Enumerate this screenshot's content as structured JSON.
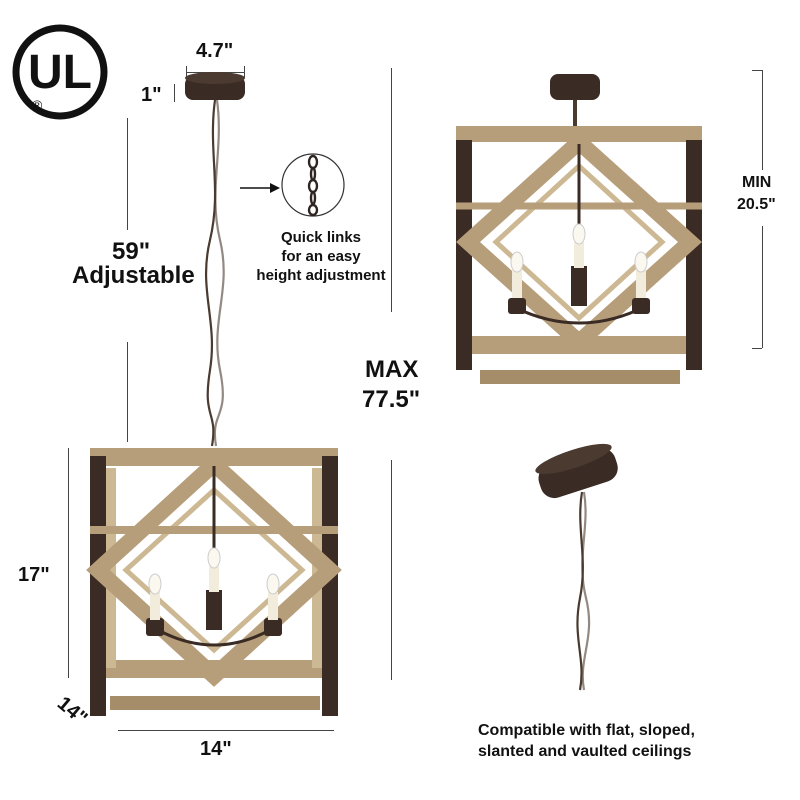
{
  "colors": {
    "wood": "#b79e7a",
    "wood_light": "#cdb894",
    "metal": "#3a2b24",
    "chain": "#4a3a30",
    "bulb": "#f2ecdc",
    "line": "#444444"
  },
  "logo": {
    "text": "UL",
    "registered": "®"
  },
  "dimensions": {
    "canopy_width": "4.7\"",
    "canopy_height": "1\"",
    "chain_length": "59\"",
    "chain_note": "Adjustable",
    "height": "17\"",
    "depth": "14\"",
    "width": "14\"",
    "max_label": "MAX",
    "max_value": "77.5\"",
    "min_label": "MIN",
    "min_value": "20.5\""
  },
  "callouts": {
    "quick_links": "Quick links\nfor an easy\nheight adjustment",
    "compatible": "Compatible with flat, sloped,\nslanted and vaulted ceilings"
  },
  "icons": [
    "ul-logo",
    "arrow-right-icon",
    "chain-zoom-icon"
  ]
}
